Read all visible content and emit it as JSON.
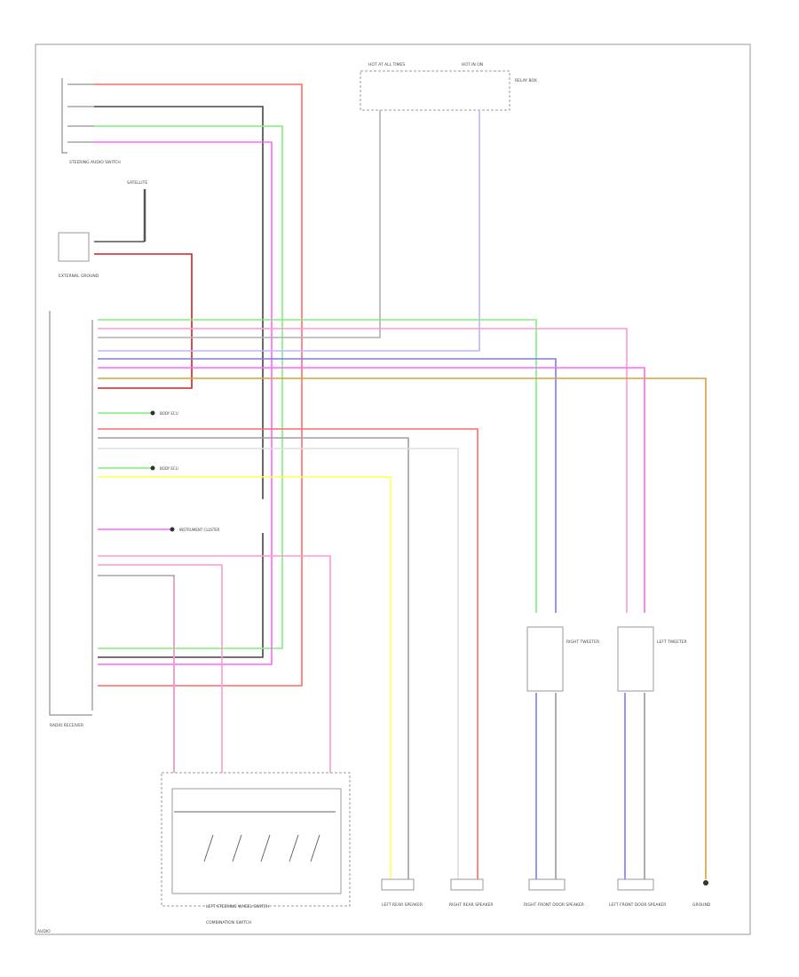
{
  "diagram": {
    "components": {
      "steering_audio_switch": "STEERING AUDIO SWITCH",
      "satellite_antenna": "SATELLITE",
      "external_ground": "EXTERNAL GROUND",
      "radio_receiver": "RADIO RECEIVER",
      "left_tweeter": "LEFT TWEETER",
      "right_tweeter": "RIGHT TWEETER",
      "left_rear_speaker": "LEFT REAR SPEAKER",
      "right_rear_speaker": "RIGHT REAR SPEAKER",
      "right_front_door_speaker": "RIGHT FRONT DOOR SPEAKER",
      "left_front_door_speaker": "LEFT FRONT DOOR SPEAKER",
      "ground": "GROUND",
      "steering_wheel_switch": "LEFT STEERING WHEEL SWITCH",
      "combination_switch": "COMBINATION SWITCH",
      "to_body_ecu_1": "BODY ECU",
      "to_body_ecu_2": "BODY ECU",
      "to_instrument": "INSTRUMENT CLUSTER",
      "power_source": "HOT AT ALL TIMES",
      "ignition_source": "HOT IN ON",
      "relay_block": "RELAY BOX"
    },
    "wire_colors": {
      "red": "#ff6a6a",
      "white": "#c8c8c8",
      "black": "#444444",
      "green": "#7cf07c",
      "magenta": "#ff66ff",
      "pink": "#ff99cc",
      "blue": "#7a7aff",
      "gray": "#a0a0a0",
      "yellow": "#ffff55",
      "orange": "#d8a040",
      "darkred": "#cc2222",
      "violet": "#9a7aff"
    },
    "footer_code": "AUDIO"
  }
}
